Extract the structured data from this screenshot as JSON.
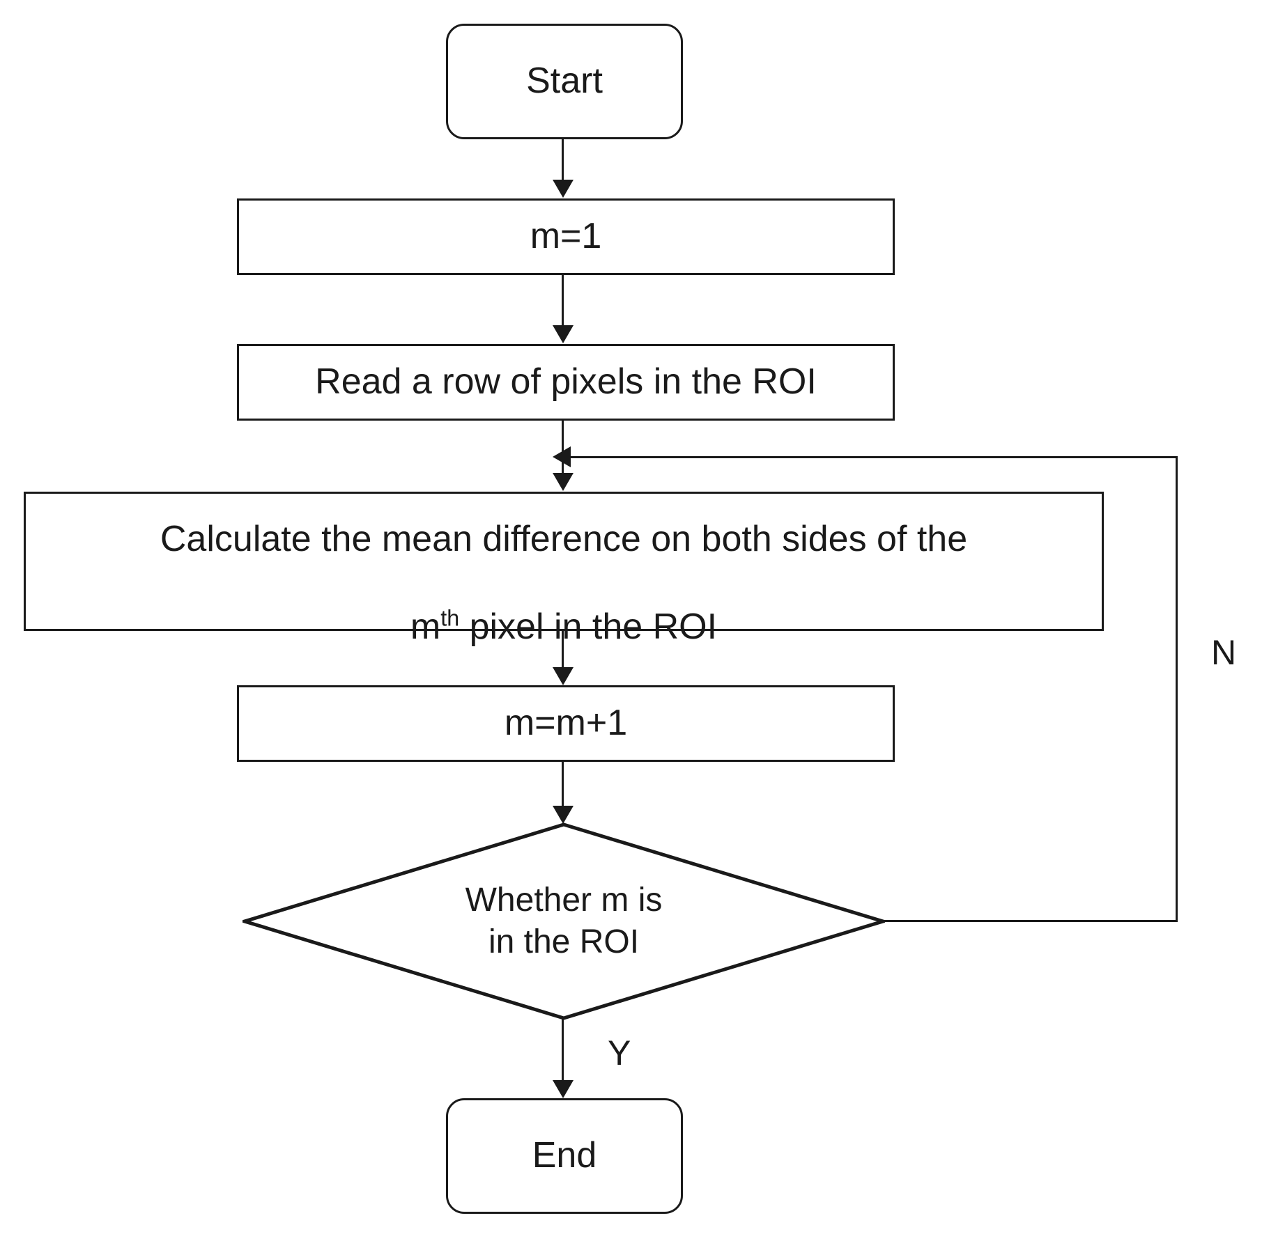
{
  "diagram": {
    "type": "flowchart",
    "title": "ROI mean difference scan flowchart",
    "stroke_color": "#1a1a1a",
    "background_color": "#ffffff",
    "nodes": {
      "start": {
        "label": "Start",
        "shape": "terminator"
      },
      "init": {
        "label": "m=1",
        "shape": "process"
      },
      "read": {
        "label": "Read a row of pixels in the ROI",
        "shape": "process"
      },
      "calculate": {
        "label_line1": "Calculate the mean difference on both sides of the",
        "label_line2_prefix": "m",
        "label_line2_sup": "th",
        "label_line2_suffix": " pixel in the ROI",
        "shape": "process"
      },
      "increment": {
        "label": "m=m+1",
        "shape": "process"
      },
      "decision": {
        "label": "Whether m is\nin the ROI",
        "shape": "decision"
      },
      "end": {
        "label": "End",
        "shape": "terminator"
      }
    },
    "edges": {
      "no_branch_label": "N",
      "yes_branch_label": "Y"
    }
  }
}
